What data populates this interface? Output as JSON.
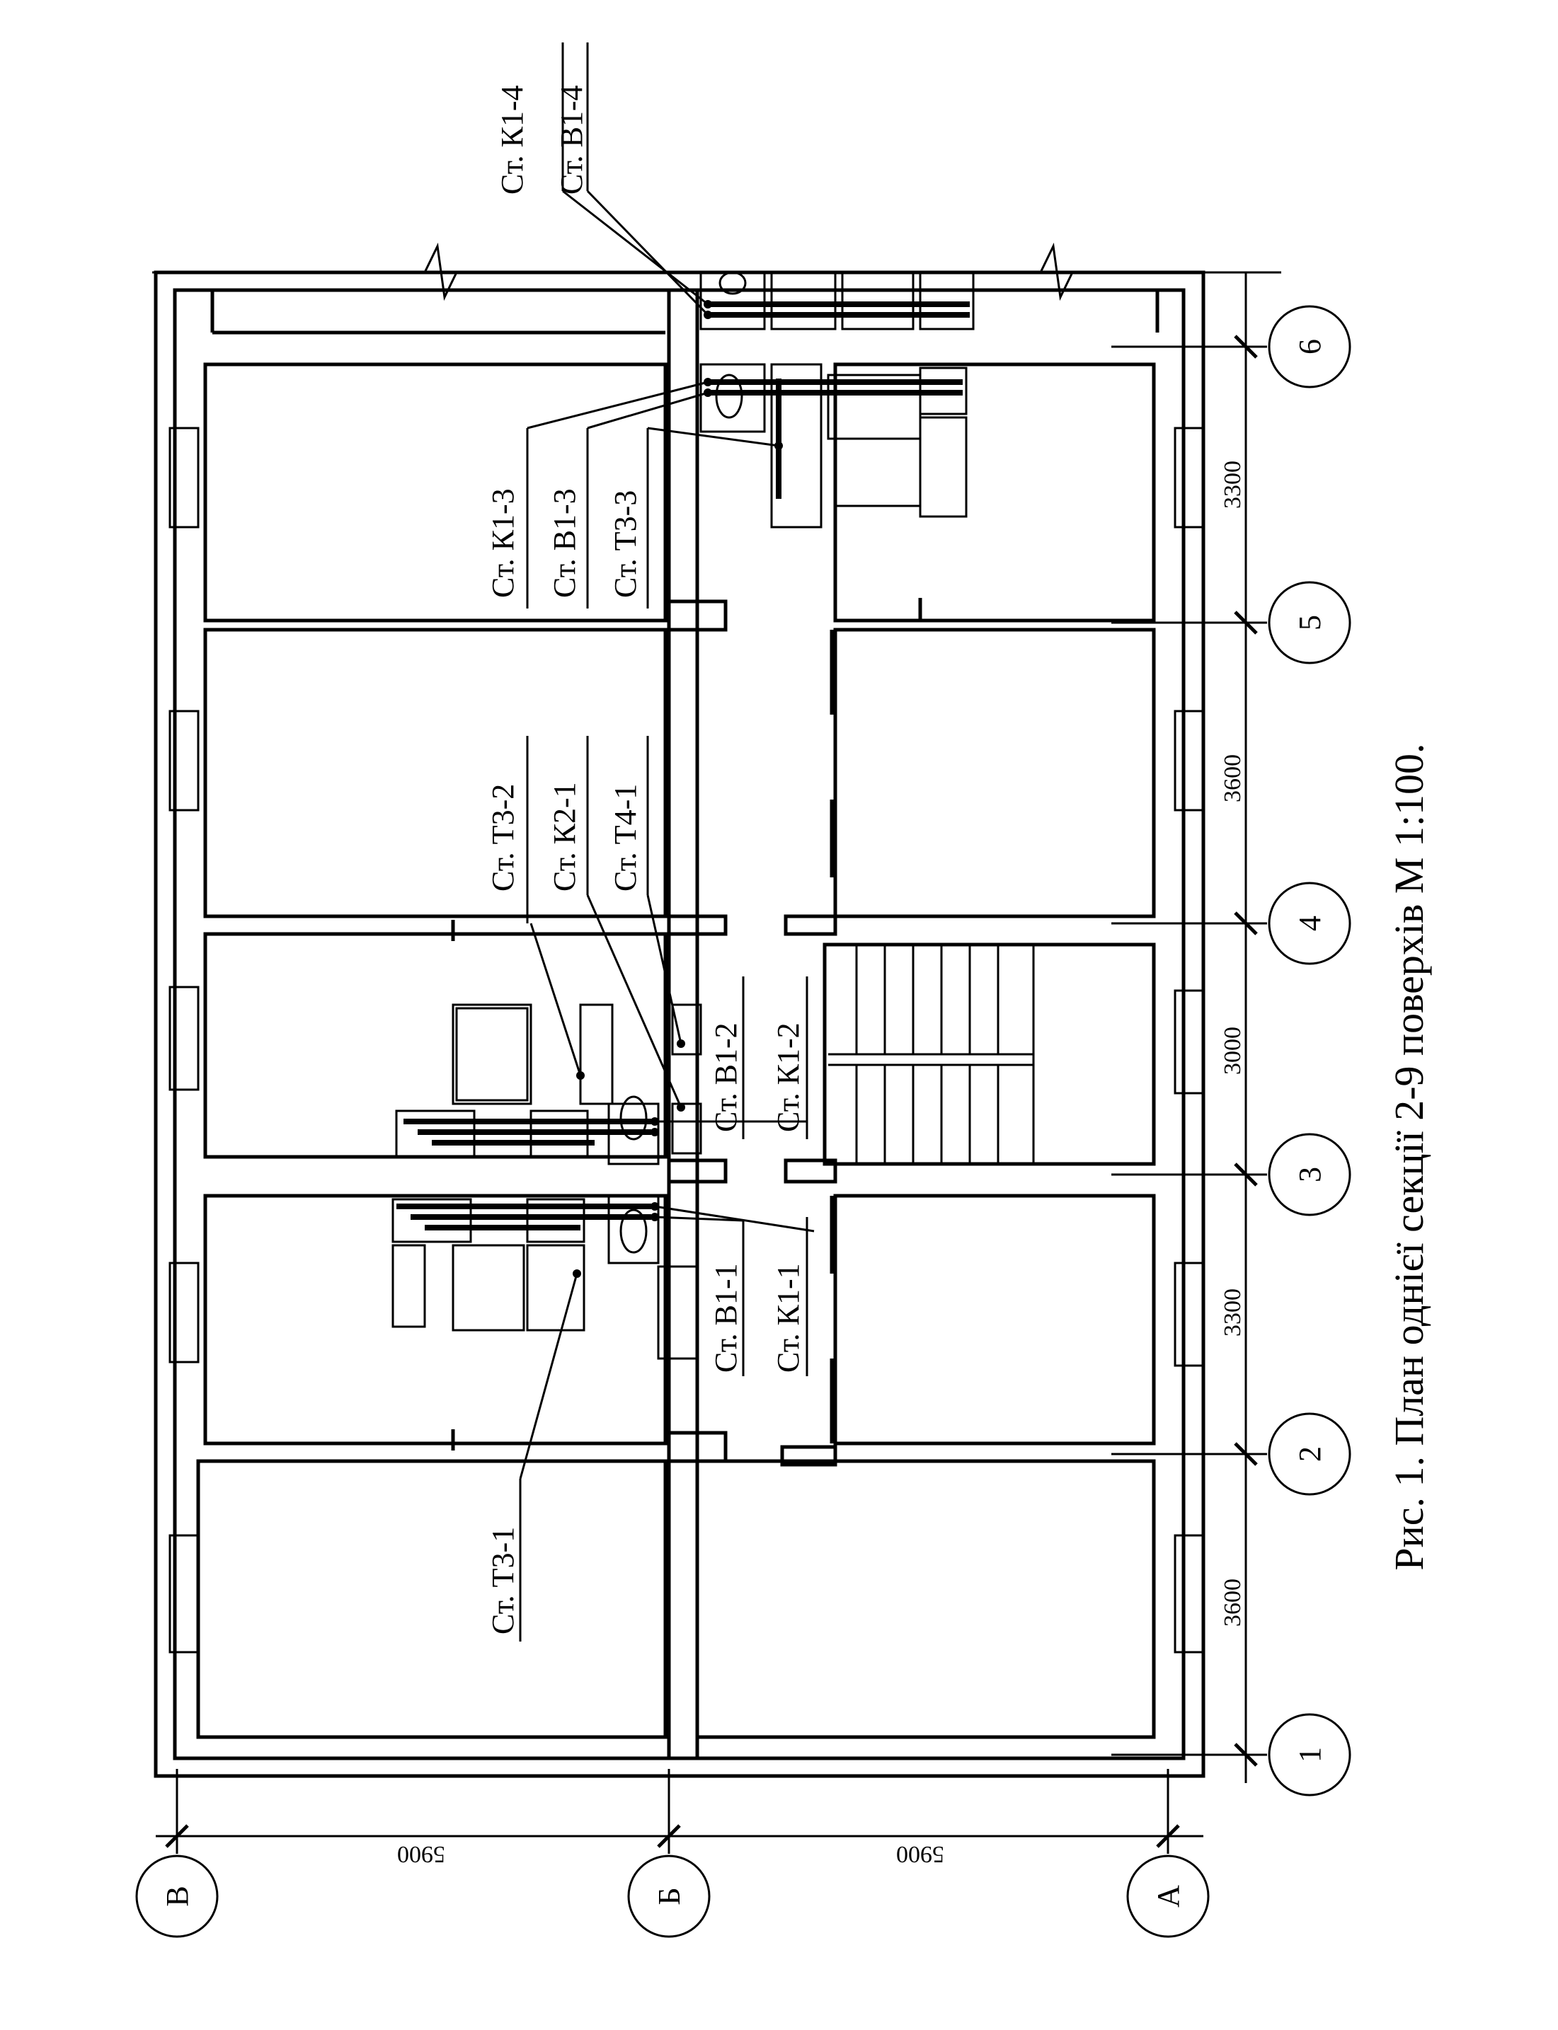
{
  "caption": "Рис. 1. План однієї секції 2-9 поверхів М 1:100.",
  "axes_numbers": [
    "1",
    "2",
    "3",
    "4",
    "5",
    "6"
  ],
  "axes_letters": [
    "В",
    "Б",
    "А"
  ],
  "dims_horizontal": [
    "3600",
    "3300",
    "3000",
    "3600",
    "3300"
  ],
  "dims_vertical": [
    "5900",
    "5900"
  ],
  "risers": {
    "t3_1": "Ст. Т3-1",
    "b1_1": "Ст. В1-1",
    "k1_1": "Ст. К1-1",
    "t3_2": "Ст. Т3-2",
    "k2_1": "Ст. К2-1",
    "t4_1": "Ст. Т4-1",
    "b1_2": "Ст. В1-2",
    "k1_2": "Ст. К1-2",
    "k1_3": "Ст. К1-3",
    "b1_3": "Ст. В1-3",
    "t3_3": "Ст. Т3-3",
    "k1_4": "Ст. К1-4",
    "b1_4": "Ст. В1-4"
  }
}
